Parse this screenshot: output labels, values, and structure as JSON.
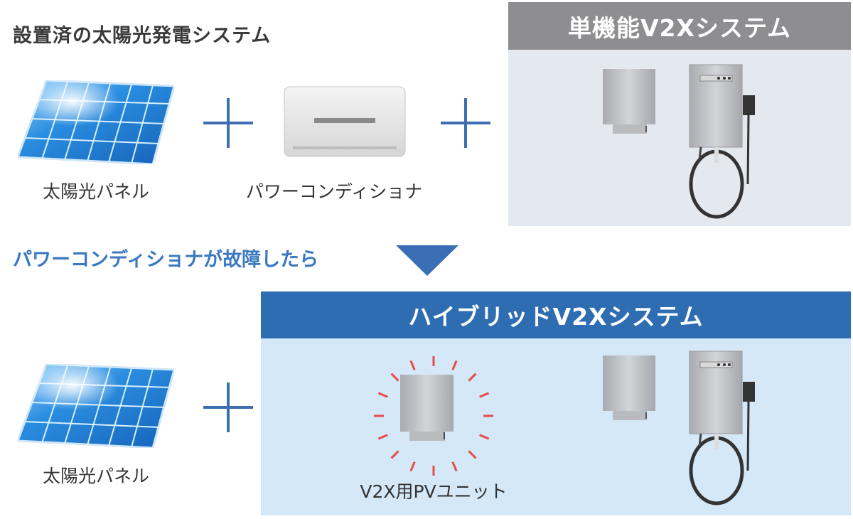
{
  "existing": {
    "title": "設置済の太陽光発電システム",
    "solar_label": "太陽光パネル",
    "pcs_label": "パワーコンディショナ"
  },
  "single_v2x": {
    "title": "単機能V2Xシステム"
  },
  "transition": {
    "text": "パワーコンディショナが故障したら"
  },
  "hybrid": {
    "title": "ハイブリッドV2Xシステム",
    "solar_label": "太陽光パネル",
    "pv_unit_label": "V2X用PVユニット"
  },
  "colors": {
    "accent_blue": "#3d6fb0",
    "hybrid_header": "#2f6db3",
    "hybrid_body": "#d4e8f8",
    "single_header": "#8e8d8f",
    "single_body": "#e4e8ef",
    "fault_red": "#e84a4a"
  }
}
